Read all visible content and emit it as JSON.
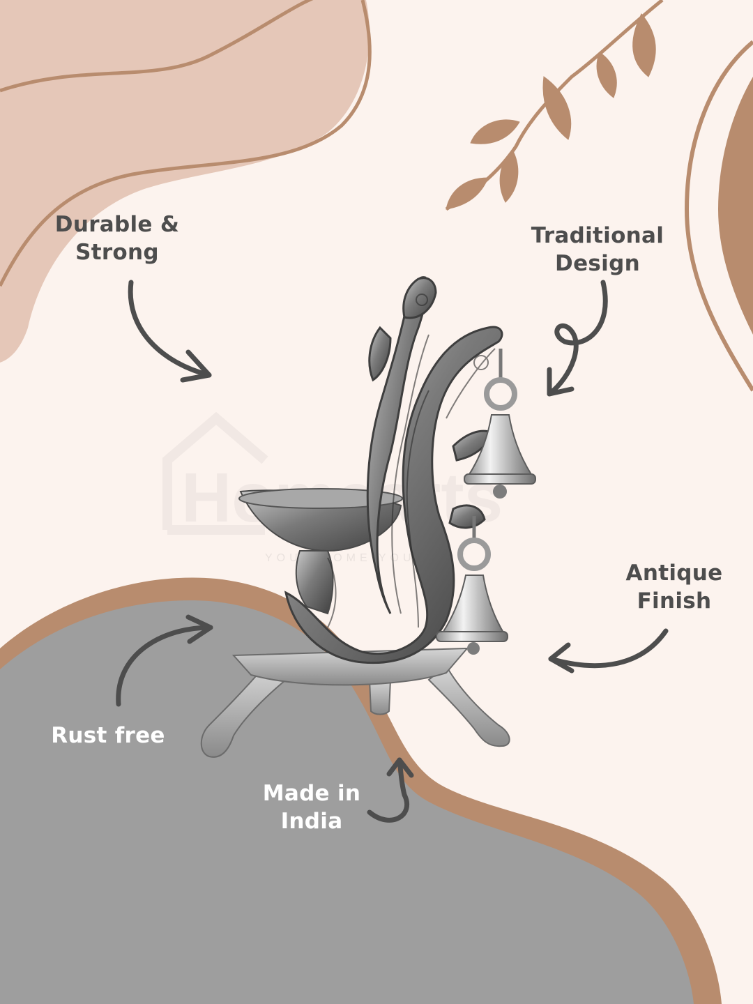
{
  "features": {
    "durable": "Durable &\nStrong",
    "traditional": "Traditional\nDesign",
    "antique": "Antique\nFinish",
    "rust": "Rust free",
    "india": "Made in\nIndia"
  },
  "watermark": {
    "brand": "Homearts",
    "tagline": "YOUR HOME YOUR ART"
  },
  "icons": {
    "product": "brass-diya-lamp-with-bells-icon",
    "leaves": "vine-leaves-icon",
    "arrows": "curved-arrow-icon"
  },
  "colors": {
    "background": "#fcf3ee",
    "blob_top": "#e5c7b8",
    "line_brown": "#b88c6e",
    "blob_bottom": "#9e9e9e",
    "text_dark": "#4d4d4d",
    "text_light": "#ffffff",
    "metal": "#7a7a7a"
  }
}
